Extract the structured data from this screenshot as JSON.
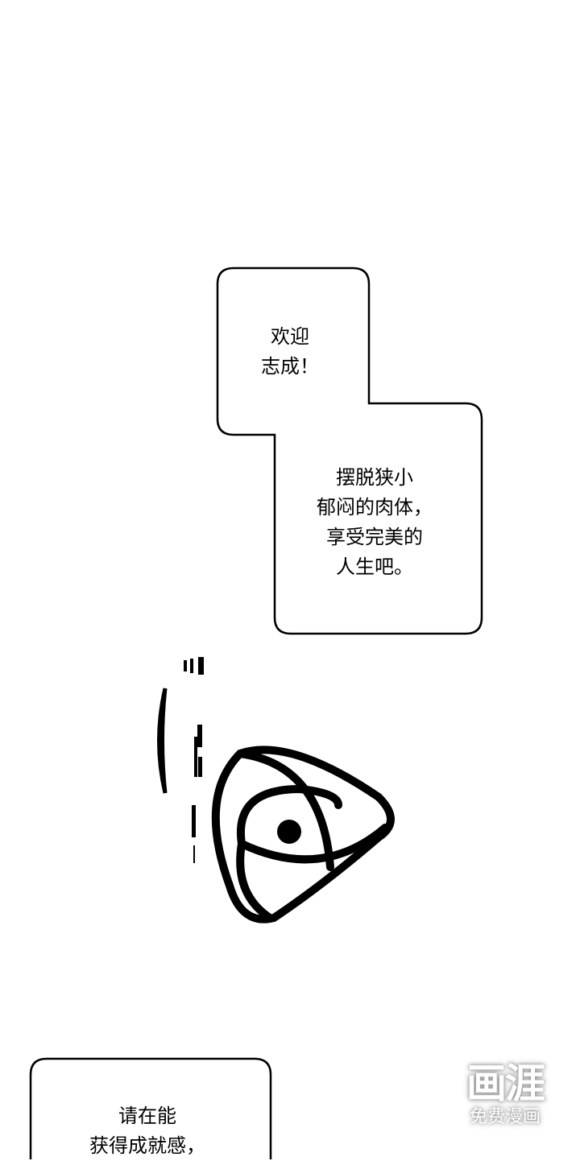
{
  "bubbles": [
    {
      "lines": [
        "欢迎",
        "志成！"
      ]
    },
    {
      "lines": [
        "摆脱狭小",
        "郁闷的肉体，",
        "享受完美的",
        "人生吧。"
      ]
    },
    {
      "lines": [
        "请在能",
        "获得成就感，"
      ]
    }
  ],
  "watermark": {
    "logo": "画涯",
    "tagline": "免费漫画"
  }
}
